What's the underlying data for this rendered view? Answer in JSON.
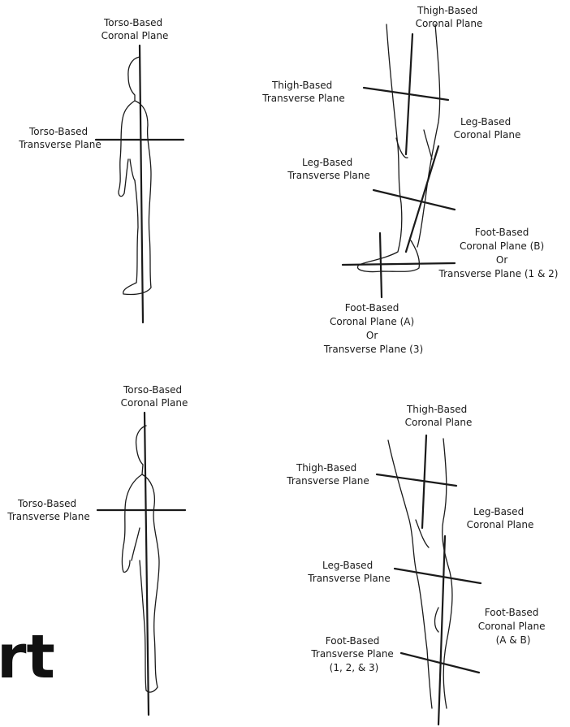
{
  "labels": {
    "tl_coronal": [
      "Torso-Based",
      "Coronal Plane"
    ],
    "tl_transverse": [
      "Torso-Based",
      "Transverse Plane"
    ],
    "tr_thigh_coronal": [
      "Thigh-Based",
      "Coronal Plane"
    ],
    "tr_thigh_transverse": [
      "Thigh-Based",
      "Transverse Plane"
    ],
    "tr_leg_coronal": [
      "Leg-Based",
      "Coronal Plane"
    ],
    "tr_leg_transverse": [
      "Leg-Based",
      "Transverse Plane"
    ],
    "tr_foot_b": [
      "Foot-Based",
      "Coronal Plane (B)",
      "Or",
      "Transverse Plane (1 & 2)"
    ],
    "tr_foot_a": [
      "Foot-Based",
      "Coronal Plane (A)",
      "Or",
      "Transverse Plane (3)"
    ],
    "bl_coronal": [
      "Torso-Based",
      "Coronal Plane"
    ],
    "bl_transverse": [
      "Torso-Based",
      "Transverse Plane"
    ],
    "br_thigh_coronal": [
      "Thigh-Based",
      "Coronal Plane"
    ],
    "br_thigh_transverse": [
      "Thigh-Based",
      "Transverse Plane"
    ],
    "br_leg_coronal": [
      "Leg-Based",
      "Coronal Plane"
    ],
    "br_leg_transverse": [
      "Leg-Based",
      "Transverse Plane"
    ],
    "br_foot_coronal": [
      "Foot-Based",
      "Coronal Plane",
      "(A & B)"
    ],
    "br_foot_transverse": [
      "Foot-Based",
      "Transverse Plane",
      "(1, 2, & 3)"
    ]
  },
  "partial_text": "rt"
}
